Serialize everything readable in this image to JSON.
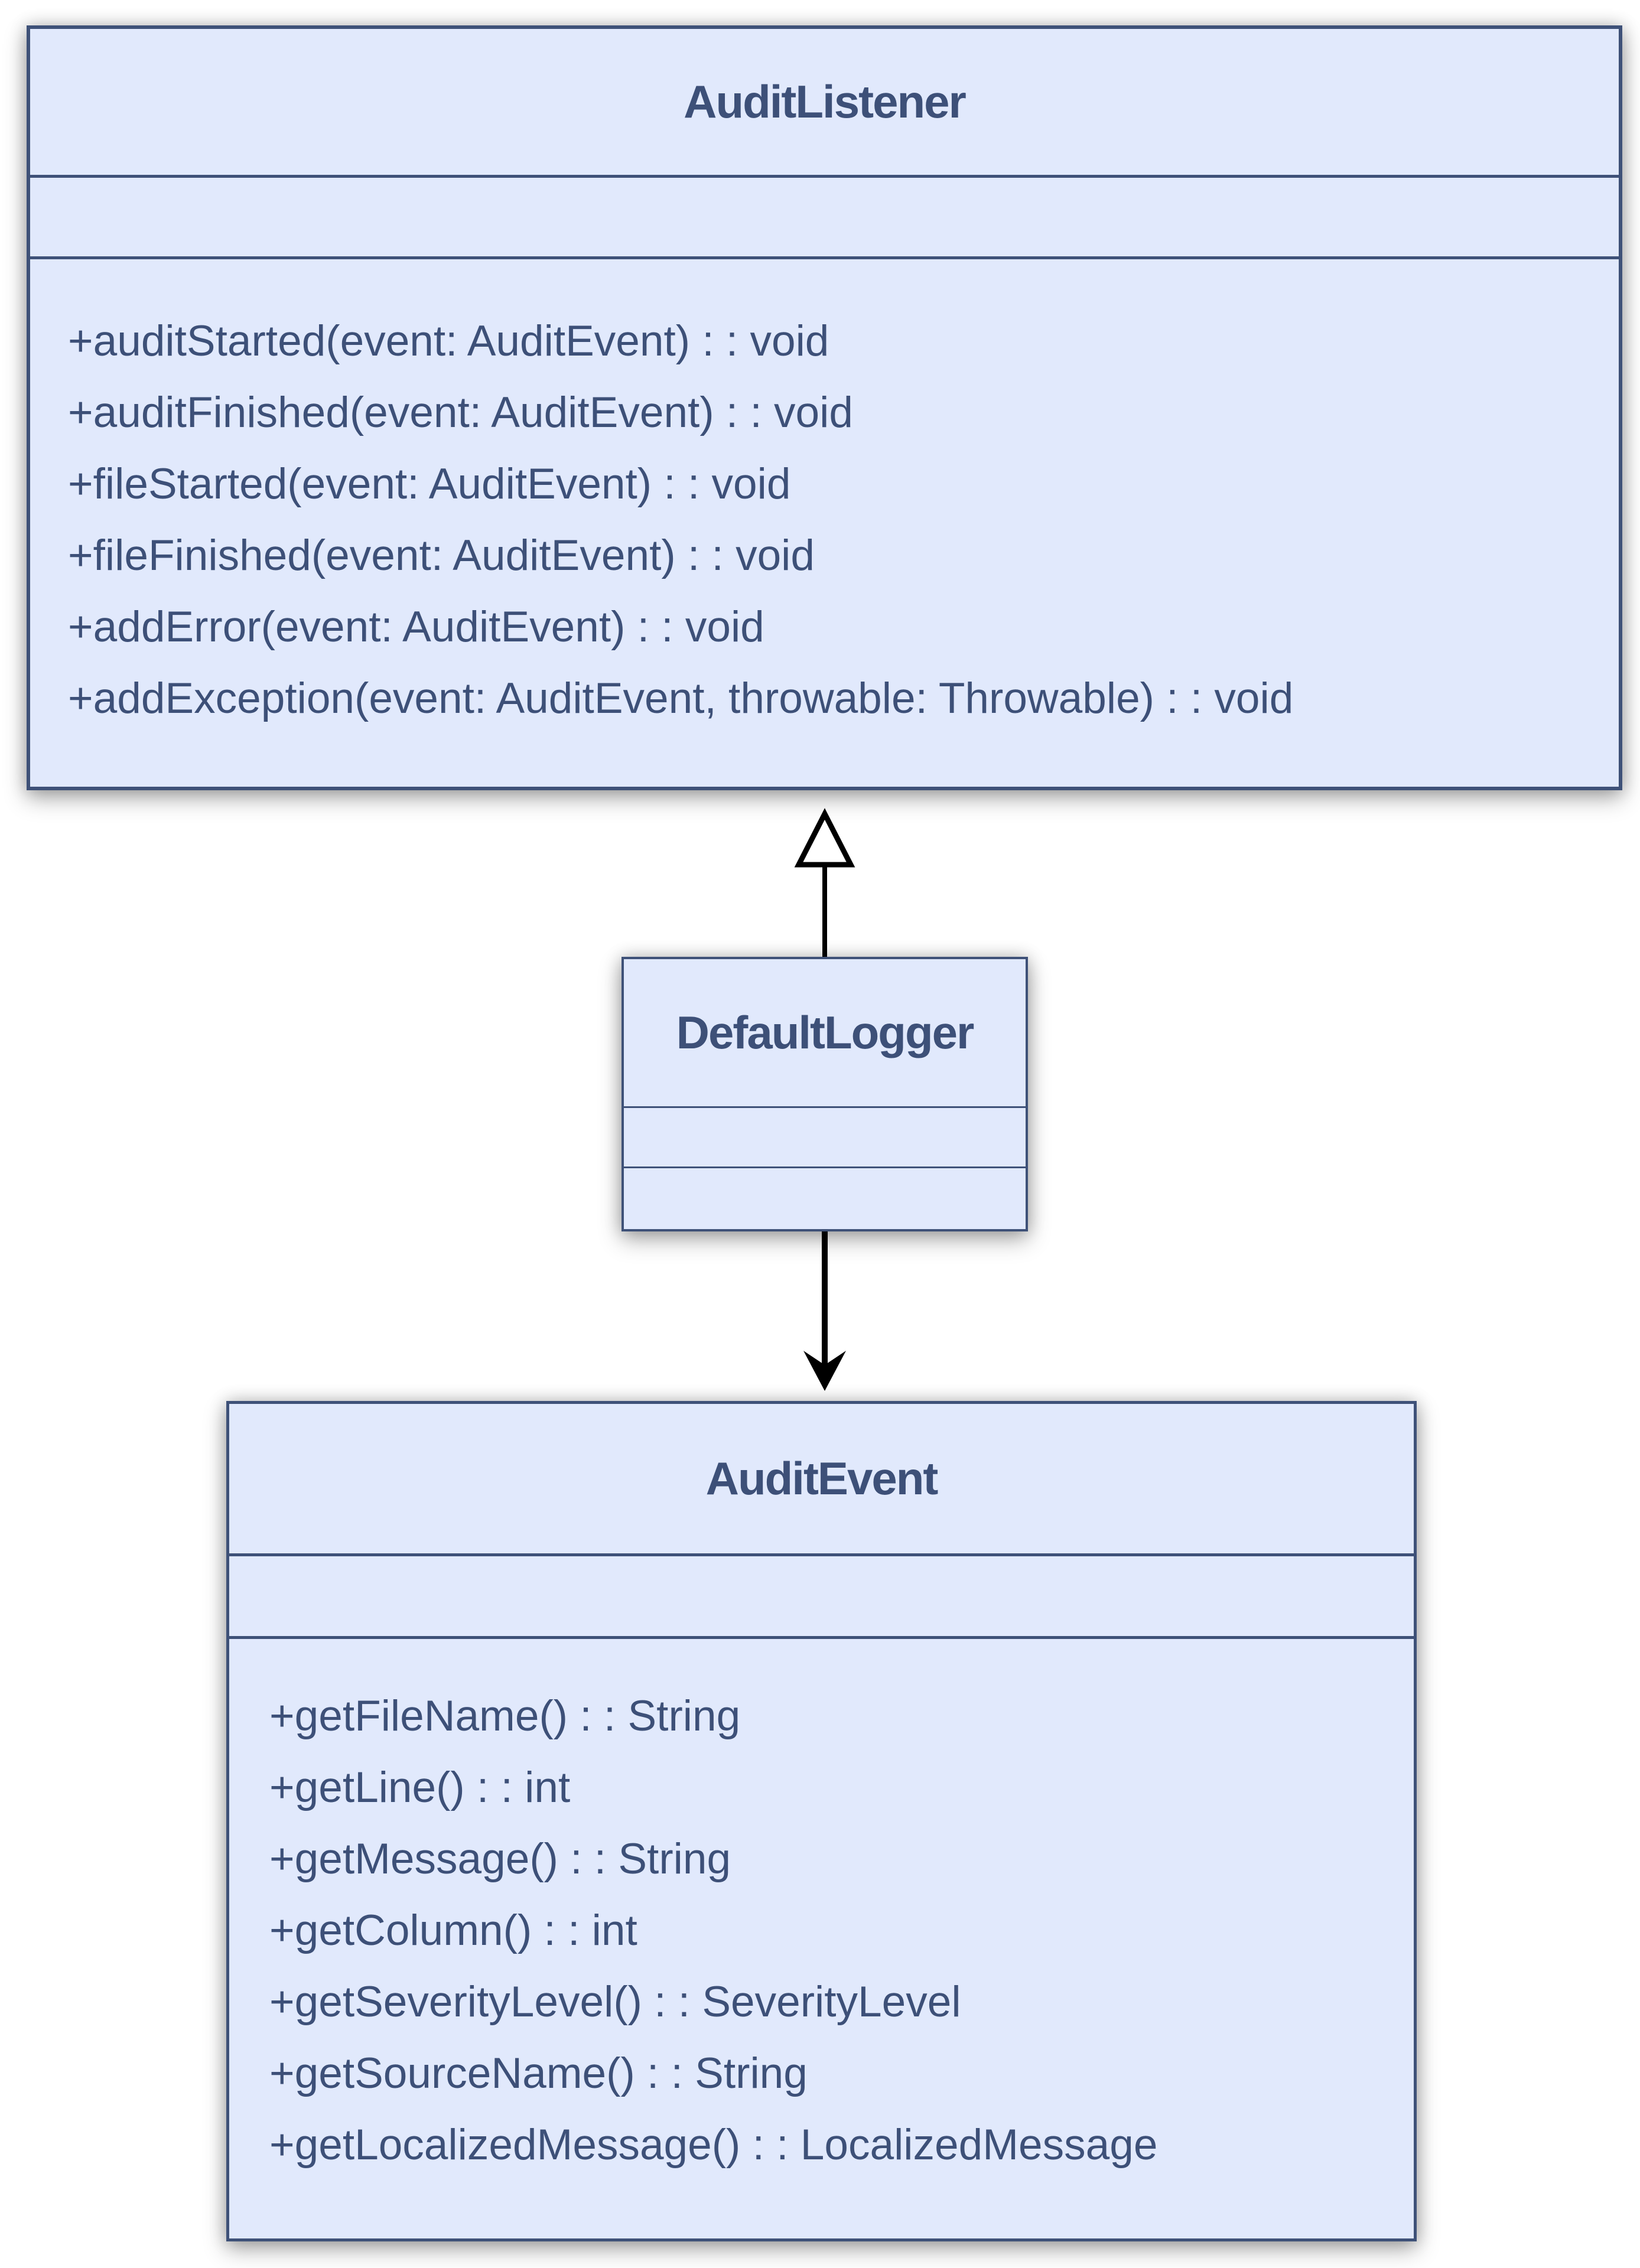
{
  "diagram": {
    "type": "uml-class-diagram",
    "background": "#ffffff",
    "colors": {
      "box-fill": "#e1e9fc",
      "box-border": "#3e5178",
      "text": "#3d5078",
      "arrow": "#000000"
    },
    "classes": [
      {
        "name": "AuditListener",
        "attributes": [],
        "methods": [
          "+auditStarted(event: AuditEvent) : : void",
          "+auditFinished(event: AuditEvent) : : void",
          "+fileStarted(event: AuditEvent) : : void",
          "+fileFinished(event: AuditEvent) : : void",
          "+addError(event: AuditEvent) : : void",
          "+addException(event: AuditEvent, throwable: Throwable) : : void"
        ]
      },
      {
        "name": "DefaultLogger",
        "attributes": [],
        "methods": []
      },
      {
        "name": "AuditEvent",
        "attributes": [],
        "methods": [
          "+getFileName() : : String",
          "+getLine() : : int",
          "+getMessage() : : String",
          "+getColumn() : : int",
          "+getSeverityLevel() : : SeverityLevel",
          "+getSourceName() : : String",
          "+getLocalizedMessage() : : LocalizedMessage"
        ]
      }
    ],
    "relationships": [
      {
        "from": "DefaultLogger",
        "to": "AuditListener",
        "type": "realization",
        "arrowhead": "hollow-triangle"
      },
      {
        "from": "DefaultLogger",
        "to": "AuditEvent",
        "type": "directed-association",
        "arrowhead": "filled-v"
      }
    ]
  }
}
